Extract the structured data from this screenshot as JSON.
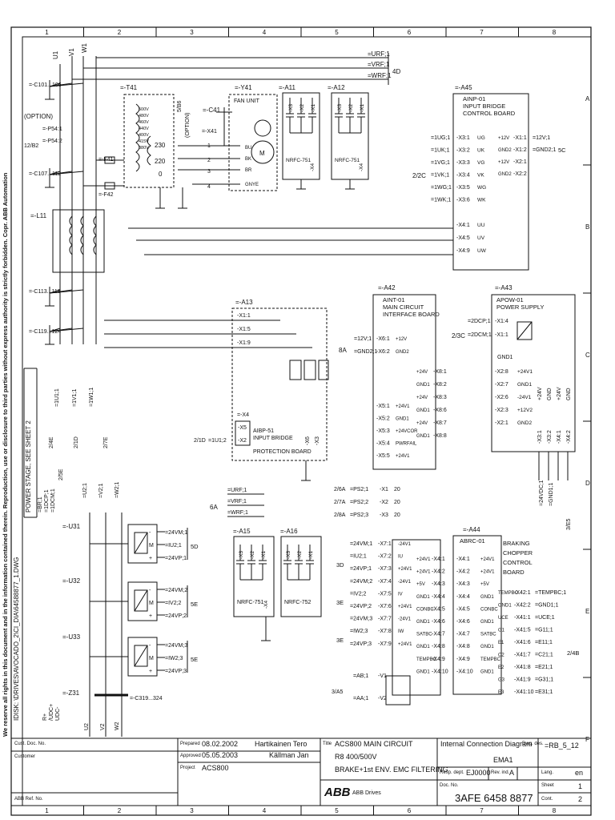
{
  "frame": {
    "col_numbers": [
      "1",
      "2",
      "3",
      "4",
      "5",
      "6",
      "7",
      "8"
    ],
    "row_letters": [
      "A",
      "B",
      "C",
      "D",
      "E",
      "F"
    ]
  },
  "side_notes": {
    "rights": "We reserve all rights in this document and in the information contained therein. Reproduction, use or disclosure to third parties without express authority is strictly forbidden.   Copr. ABB Automation",
    "disk": "IDISK: \\DRIVES\\AVOCADO_2\\CI_DIA\\64588877_1.DWG"
  },
  "components": {
    "t41": "=-T41",
    "y41": "=-Y41",
    "fan_unit": "FAN UNIT",
    "c41": "=-C41",
    "x41": "=-X41",
    "a11": "=-A11",
    "a12": "=-A12",
    "nrfc751": "NRFC-751",
    "option": "(OPTION)",
    "option2": "(OPTION)",
    "ref_5b6": "5/B6",
    "f41": "=-F41",
    "f42": "=-F42",
    "l11": "=-L11",
    "c101": "=-C101...106",
    "c107": "=-C107...112",
    "c113": "=-C113...118",
    "c119": "=-C119...124",
    "p54_1": "=-P54:1",
    "p54_2": "=-P54:2",
    "ref_12b2": "12/B2",
    "a13": "=-A13",
    "a13_x1": "-X1:1",
    "a13_x5": "-X1:5",
    "a13_x9": "-X1:9",
    "x4": "=-X4",
    "aibp": "AIBP-51",
    "aibp2": "INPUT BRIDGE",
    "aibp3": "PROTECTION BOARD",
    "a15": "=-A15",
    "a16": "=-A16",
    "nrfc751b": "NRFC-751",
    "nrfc752": "NRFC-752",
    "u31": "=-U31",
    "u32": "=-U32",
    "u33": "=-U33",
    "z31": "=-Z31",
    "c319": "=-C319...324",
    "power_stage": "POWER STAGE, SEE SHEET 2"
  },
  "boards": {
    "a45": {
      "id": "=-A45",
      "name": "AINP-01",
      "desc1": "INPUT BRIDGE",
      "desc2": "CONTROL BOARD"
    },
    "a42": {
      "id": "=-A42",
      "name": "AINT-01",
      "desc1": "MAIN CIRCUIT",
      "desc2": "INTERFACE BOARD"
    },
    "a43": {
      "id": "=-A43",
      "name": "APOW-01",
      "desc1": "POWER SUPPLY"
    },
    "a44": {
      "id": "=-A44",
      "name": "ABRC-01",
      "desc1": "BRAKING",
      "desc2": "CHOPPER",
      "desc3": "CONTROL",
      "desc4": "BOARD"
    }
  },
  "signals": {
    "top": [
      "=URF;1",
      "=VRF;1",
      "=WRF;1"
    ],
    "top_ref": "4D",
    "a45_in": [
      "=1UG;1",
      "=1UK;1",
      "=1VG;1",
      "=1VK;1",
      "=1WG;1",
      "=1WK;1"
    ],
    "a45_x3": [
      "-X3:1",
      "-X3:2",
      "-X3:3",
      "-X3:4",
      "-X3:5",
      "-X3:6"
    ],
    "a45_x3n": [
      "UG",
      "UK",
      "VG",
      "VK",
      "WG",
      "WK"
    ],
    "a45_x4": [
      "-X4:1",
      "-X4:5",
      "-X4:9"
    ],
    "a45_x4n": [
      "UU",
      "UV",
      "UW"
    ],
    "a45_ref": "2/2C",
    "a45_pwr": [
      "+12V",
      "GND2",
      "+12V",
      "GND2"
    ],
    "a45_x1": [
      "-X1:1",
      "-X1:2",
      "-X2:1",
      "-X2:2"
    ],
    "a45_out": [
      "=12V;1",
      "=GND2;1"
    ],
    "a45_out_ref": "5C",
    "a42_in": [
      "=12V;1",
      "=GND2;1"
    ],
    "a42_x6": [
      "-X6:1",
      "-X6:2"
    ],
    "a42_x6n": [
      "+12V",
      "GND2"
    ],
    "a42_ref": "8A",
    "a42_x8": [
      "-X8:1",
      "-X8:2",
      "-X8:3",
      "-X8:6",
      "-X8:7",
      "-X8:8"
    ],
    "a42_x8n": [
      "+24V",
      "GND1",
      "+24V",
      "GND1",
      "+24V",
      "GND1"
    ],
    "a42_x5": [
      "-X5:1",
      "-X5:2",
      "-X5:3",
      "-X5:4",
      "-X5:5"
    ],
    "a42_x5n": [
      "+24V1",
      "GND1",
      "+24VCOR",
      "PWRFAIL",
      "+24V1"
    ],
    "a43_in": [
      "=2DCP;1",
      "=2DCM;1"
    ],
    "a43_x1": [
      "-X1:4",
      "-X1:1"
    ],
    "a43_ref": "2/3C",
    "a43_gnd": "GND1",
    "a43_x2": [
      "-X2:8",
      "-X2:7",
      "-X2:6",
      "-X2:3",
      "-X2:1"
    ],
    "a43_x2n": [
      "+24V1",
      "GND1",
      "-24V1",
      "+12V2",
      "GND2"
    ],
    "a43_vert": [
      "-X3:1",
      "-X3:2",
      "-X4:1",
      "-X4:2"
    ],
    "a43_vn": [
      "+24V",
      "GND",
      "+24V",
      "GND"
    ],
    "a43_bot": "=24VDC;1",
    "a43_bot2": "=GND1;1",
    "a43_bot_ref": "3/E5",
    "x1_in": [
      "=1U1;1",
      "=1V1;1",
      "=1W1;1"
    ],
    "x1_ref": "2/1D",
    "x1_ref2": "2/7E",
    "x1_ref3": "2/4E",
    "aibp_in": "=1U1;2",
    "aibp_x": [
      "-X5",
      "-X2",
      "-X6",
      "-X3"
    ],
    "aibp_ref": "2/1D",
    "ps_in": [
      "2/6A",
      "2/7A",
      "2/8A"
    ],
    "ps": [
      "=PS2;1",
      "=PS2;2",
      "=PS2;3"
    ],
    "ps_x": [
      "-X1",
      "-X2",
      "-X3"
    ],
    "ps_n": [
      "20",
      "20",
      "20"
    ],
    "a15_top": [
      "=URF;1",
      "=VRF;1",
      "=WRF;1"
    ],
    "a15_ref": "6A",
    "u2v2w2": [
      "=U2;1",
      "=V2;1",
      "=W2;1"
    ],
    "br": [
      "=BR;1",
      "=1DCP;1",
      "=1DCM;1"
    ],
    "br_ref": "2/5E",
    "u31_sig": [
      "=24VM;1",
      "=IU2;1",
      "=24VP;1"
    ],
    "u31_ref": "5D",
    "u32_sig": [
      "=24VM;2",
      "=IV2;2",
      "=24VP;2"
    ],
    "u32_ref": "5E",
    "u33_sig": [
      "=24VM;3",
      "=IW2;3",
      "=24VP;3"
    ],
    "u33_ref": "5E",
    "a44_in": [
      "=24VM;1",
      "=IU2;1",
      "=24VP;1",
      "=24VM;2",
      "=IV2;2",
      "=24VP;2",
      "=24VM;3",
      "=IW2;3",
      "=24VP;3"
    ],
    "a44_x7": [
      "-X7:1",
      "-X7:2",
      "-X7:3",
      "-X7:4",
      "-X7:5",
      "-X7:6",
      "-X7:7",
      "-X7:8",
      "-X7:9"
    ],
    "a44_x7n": [
      "-24V1",
      "IU",
      "+24V1",
      "-24V1",
      "IV",
      "+24V1",
      "-24V1",
      "IW",
      "+24V1"
    ],
    "a44_refs": [
      "3D",
      "3E",
      "3E"
    ],
    "a44_x4": [
      "-X4:1",
      "-X4:2",
      "-X4:3",
      "-X4:4",
      "-X4:5",
      "-X4:6",
      "-X4:7",
      "-X4:8",
      "-X4:9",
      "-X4:10"
    ],
    "a44_x4ln": [
      "+24V1",
      "+24V1",
      "+5V",
      "GND1",
      "CONBC",
      "GND1",
      "SATBC",
      "GND1",
      "TEMPBC",
      "GND1"
    ],
    "a44_x4rn": [
      "+24V1",
      "+24V1",
      "+5V",
      "GND1",
      "CONBC",
      "GND1",
      "SATBC",
      "GND1",
      "TEMPBC",
      "GND1"
    ],
    "a44_x42": [
      "-X42:1",
      "-X42:2",
      "-X41:1",
      "-X41:5",
      "-X41:6",
      "-X41:7",
      "-X41:8",
      "-X41:9",
      "-X41:10"
    ],
    "a44_x42n": [
      "TEMPBC",
      "GND1",
      "UCE",
      "G1",
      "E1",
      "C2",
      "E2",
      "G3",
      "E3"
    ],
    "a44_out": [
      "=TEMPBC;1",
      "=GND1;1",
      "=UCE;1",
      "=G11;1",
      "=E11;1",
      "=C21;1",
      "=E21;1",
      "=G31;1",
      "=E31;1"
    ],
    "a44_out_ref": "2/4B",
    "v1v2": [
      "=AB;1",
      "=AA;1"
    ],
    "v1v2_n": [
      "-V1",
      "-V2"
    ],
    "v1v2_ref": "3/A5",
    "rudc": [
      "R+",
      "/UDC+",
      "UDC-"
    ],
    "terms_top": [
      "U1",
      "V1",
      "W1"
    ],
    "terms_bot": [
      "U2",
      "V2",
      "W2"
    ]
  },
  "title_block": {
    "cust_doc": "Cust. Doc. No.",
    "customer": "Customer",
    "abb_ref": "ABB Ref. No.",
    "prepared_label": "Prepared",
    "prepared_date": "08.02.2002",
    "prepared_by": "Hartikainen Tero",
    "approved_label": "Approved",
    "approved_date": "05.05.2003",
    "approved_by": "Källman Jan",
    "project_label": "Project",
    "project": "ACS800",
    "title_label": "Title",
    "title_lines": [
      "ACS800 MAIN CIRCUIT",
      "R8 400/500V",
      "BRAKE+1st ENV. EMC FILTERING"
    ],
    "logo": "ABB",
    "logo_sub": "ABB Drives",
    "diagram_type": "Internal Connection Diagram",
    "dwg_label": "Dwg. des.",
    "dwg": "=RB_5_12",
    "ema": "EMA1",
    "resp_label": "Resp. dept.",
    "resp": "EJ0000",
    "rev_label": "Rev. ind.",
    "rev": "A",
    "lang_label": "Lang.",
    "lang": "en",
    "docno_label": "Doc. No.",
    "docno": "3AFE 6458 8877",
    "sheet_label": "Sheet",
    "sheet": "1",
    "cont_label": "Cont.",
    "cont": "2"
  },
  "colors": {
    "line": "#111111",
    "background": "#ffffff"
  }
}
